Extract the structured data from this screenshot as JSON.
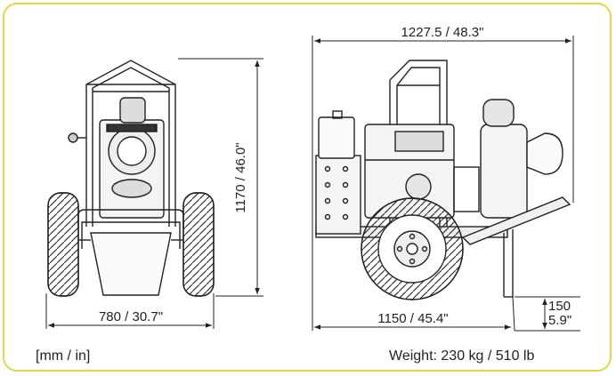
{
  "front_view": {
    "width_label": "780 / 30.7\"",
    "height_label": "1170 / 46.0\""
  },
  "side_view": {
    "top_length_label": "1227.5 / 48.3\"",
    "bottom_length_label": "1150 / 45.4\"",
    "clearance_mm": "150",
    "clearance_in": "5.9\""
  },
  "units_label": "[mm / in]",
  "weight_label": "Weight: 230 kg / 510 lb",
  "colors": {
    "frame_border": "#e3d646",
    "line": "#222222"
  }
}
